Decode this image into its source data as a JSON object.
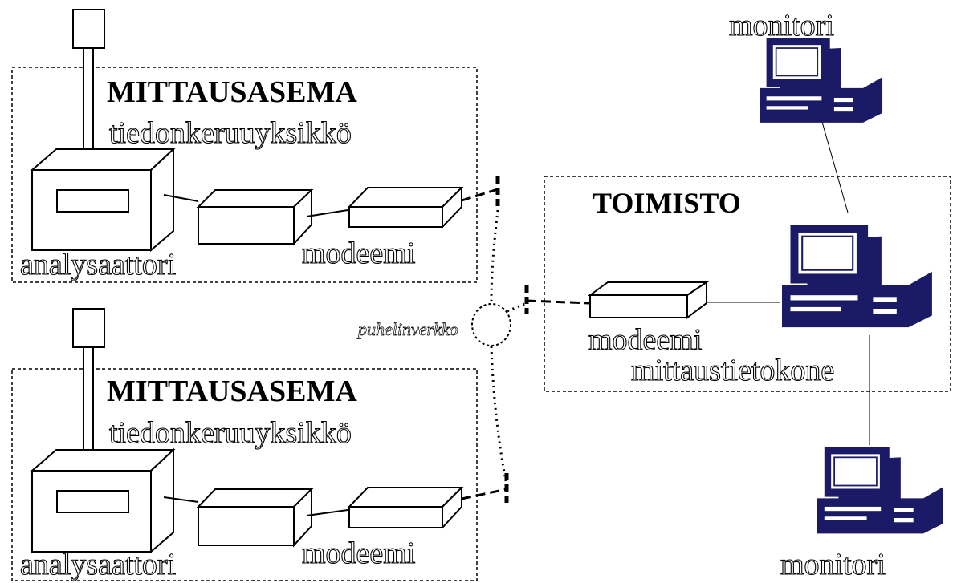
{
  "stations": [
    {
      "title": "MITTAUSASEMA",
      "logger": "tiedonkeruuyksikkö",
      "analyzer": "analysaattori",
      "modem": "modeemi"
    },
    {
      "title": "MITTAUSASEMA",
      "logger": "tiedonkeruuyksikkö",
      "analyzer": "analysaattori",
      "modem": "modeemi"
    }
  ],
  "network": {
    "label": "puhelinverkko"
  },
  "office": {
    "title": "TOIMISTO",
    "modem": "modeemi",
    "computer": "mittaustietokone"
  },
  "monitors": {
    "top": "monitori",
    "bottom": "monitori"
  },
  "colors": {
    "line": "#000000",
    "computer": "#1a1a66"
  }
}
